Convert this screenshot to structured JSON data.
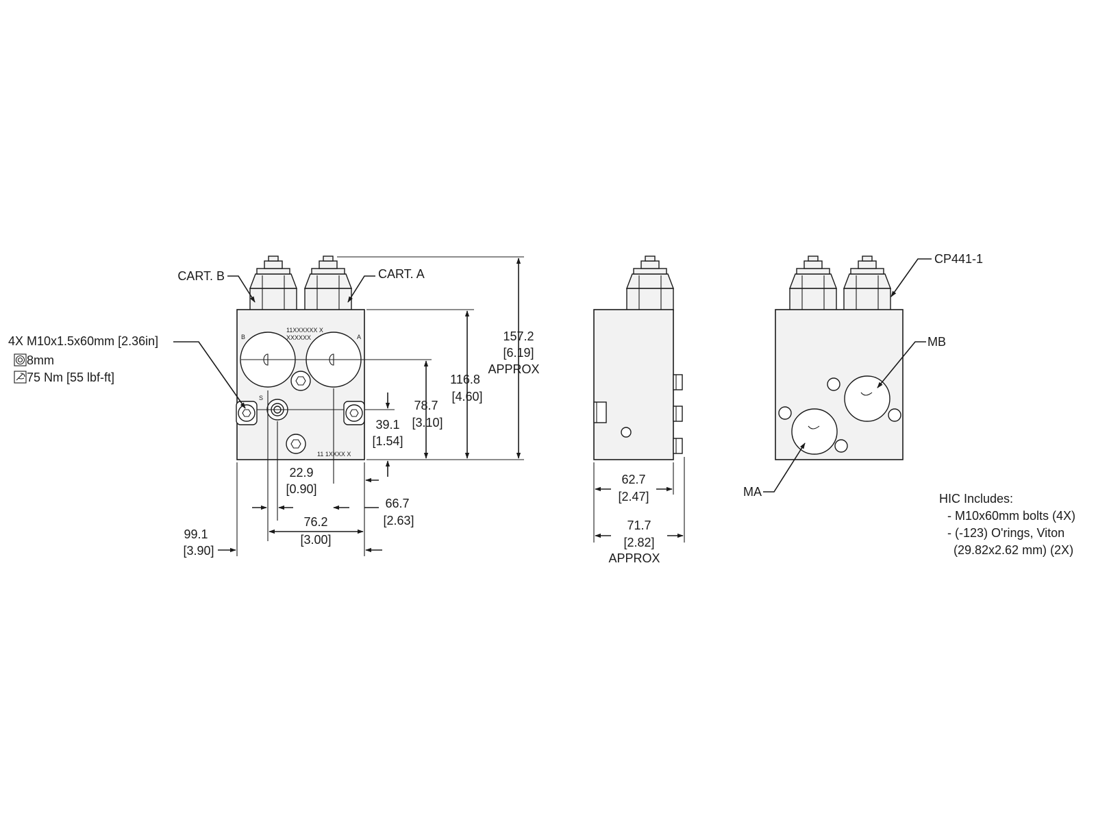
{
  "callouts": {
    "cart_b": "CART. B",
    "cart_a": "CART. A",
    "cp": "CP441-1",
    "mb": "MB",
    "ma": "MA"
  },
  "bolt_note": {
    "line1": "4X M10x1.5x60mm [2.36in]",
    "line2": "8mm",
    "line3": "75 Nm [55 lbf-ft]"
  },
  "block_markings": {
    "b": "B",
    "a": "A",
    "s": "S",
    "code1": "11XXXXXX  X",
    "code2": "XXXXXX",
    "code3": "11  1XXXX  X"
  },
  "dimensions": {
    "d157": "157.2",
    "d157_in": "[6.19]",
    "d157_note": "APPROX",
    "d116": "116.8",
    "d116_in": "[4.60]",
    "d78": "78.7",
    "d78_in": "[3.10]",
    "d39": "39.1",
    "d39_in": "[1.54]",
    "d22": "22.9",
    "d22_in": "[0.90]",
    "d66": "66.7",
    "d66_in": "[2.63]",
    "d76": "76.2",
    "d76_in": "[3.00]",
    "d99": "99.1",
    "d99_in": "[3.90]",
    "d62": "62.7",
    "d62_in": "[2.47]",
    "d71": "71.7",
    "d71_in": "[2.82]",
    "d71_note": "APPROX"
  },
  "includes": {
    "title": "HIC Includes:",
    "item1": "- M10x60mm bolts (4X)",
    "item2": "- (-123) O'rings, Viton",
    "item3": "(29.82x2.62 mm) (2X)"
  }
}
